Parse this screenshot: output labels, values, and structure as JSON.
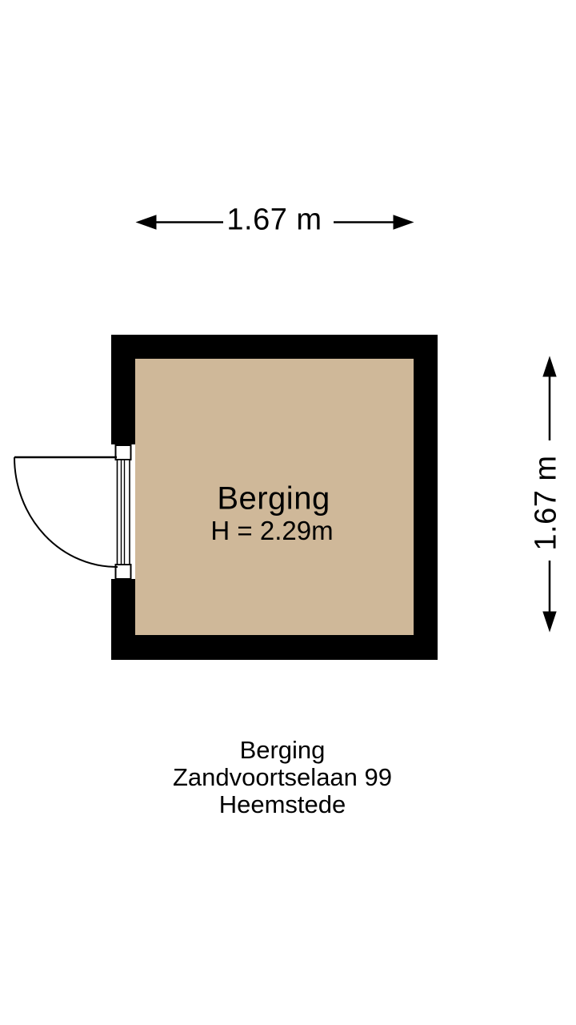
{
  "floorplan": {
    "room": {
      "name": "Berging",
      "ceiling_height": "H = 2.29m"
    },
    "dimensions": {
      "width_label": "1.67 m",
      "height_label": "1.67 m"
    },
    "caption": {
      "room": "Berging",
      "address": "Zandvoortselaan 99",
      "city": "Heemstede"
    },
    "colors": {
      "wall": "#000000",
      "floor": "#cfb899",
      "line": "#000000",
      "background": "#ffffff"
    }
  }
}
